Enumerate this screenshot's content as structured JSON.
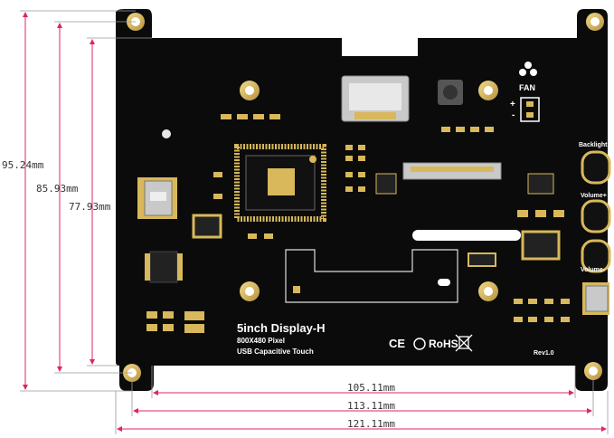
{
  "board": {
    "title": "5inch Display-H",
    "resolution": "800X480 Pixel",
    "touch": "USB Capacitive Touch",
    "revision": "Rev1.0",
    "fan_label": "FAN",
    "fan_plus": "+",
    "fan_minus": "-",
    "backlight_label": "Backlight",
    "volume_plus_label": "Volume+",
    "volume_minus_label": "Volume-",
    "ce_mark": "CE",
    "rohs_mark": "RoHS",
    "board_color": "#0b0b0b",
    "pad_color": "#d8b85a"
  },
  "dimensions": {
    "height_outer": "95.24mm",
    "height_mid": "85.93mm",
    "height_inner": "77.93mm",
    "width_inner": "105.11mm",
    "width_mid": "113.11mm",
    "width_outer": "121.11mm"
  }
}
